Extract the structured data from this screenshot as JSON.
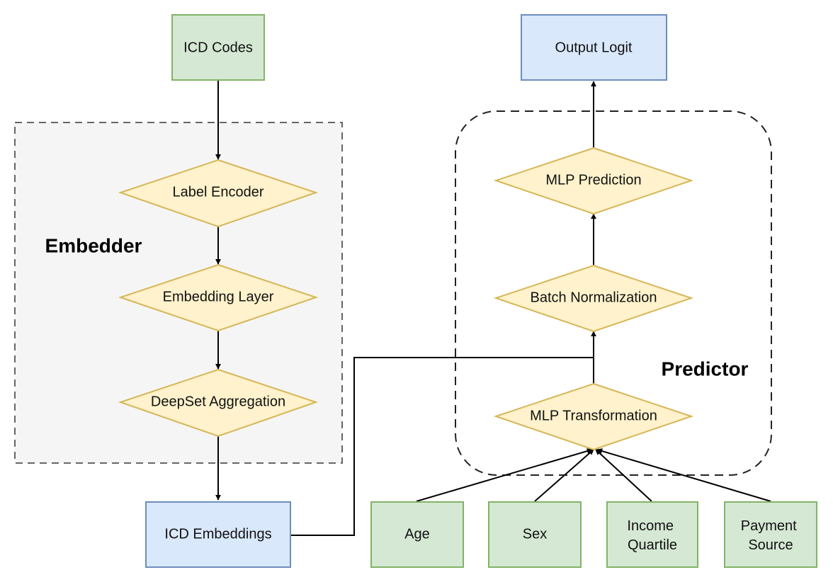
{
  "groups": {
    "embedder": {
      "title": "Embedder"
    },
    "predictor": {
      "title": "Predictor"
    }
  },
  "nodes": {
    "icd_codes": "ICD Codes",
    "label_encoder": "Label Encoder",
    "embedding_layer": "Embedding Layer",
    "deepset_aggregation": "DeepSet Aggregation",
    "icd_embeddings": "ICD Embeddings",
    "output_logit": "Output Logit",
    "mlp_prediction": "MLP Prediction",
    "batch_normalization": "Batch Normalization",
    "mlp_transformation": "MLP Transformation",
    "age": "Age",
    "sex": "Sex",
    "income_quartile": {
      "line1": "Income",
      "line2": "Quartile"
    },
    "payment_source": {
      "line1": "Payment",
      "line2": "Source"
    }
  },
  "colors": {
    "input_fill": "#d5e8d4",
    "input_stroke": "#82b366",
    "output_fill": "#dae8fc",
    "output_stroke": "#6c8ebf",
    "process_fill": "#fff2cc",
    "process_stroke": "#d6b656",
    "group_fill": "#f5f5f5",
    "group_stroke": "#666666"
  }
}
